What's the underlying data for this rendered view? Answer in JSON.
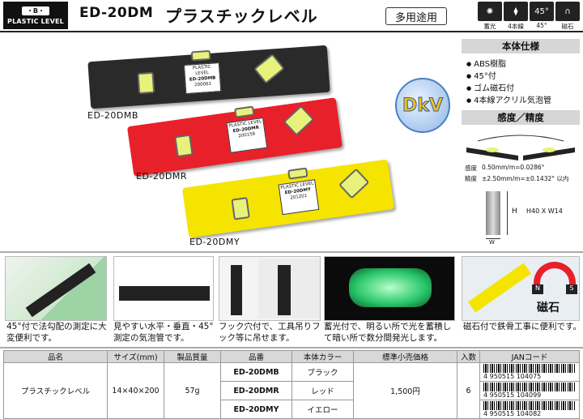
{
  "header": {
    "maker_badge": "・B・",
    "category": "PLASTIC LEVEL",
    "model": "ED-20DM",
    "title": "プラスチックレベル",
    "purpose": "多用途用",
    "features": [
      {
        "label": "蓄光",
        "icon": "glow-icon"
      },
      {
        "label": "4本線",
        "icon": "four-line-vial-icon"
      },
      {
        "label": "45°",
        "icon": "angle-45-icon"
      },
      {
        "label": "磁石",
        "icon": "magnet-icon"
      }
    ],
    "feature_45_text": "45°"
  },
  "products": [
    {
      "label": "ED-20DMB",
      "color": "#2a2a2a",
      "plate_lines": [
        "PLASTIC LEVEL",
        "ED-20DMB"
      ],
      "serial": "200061"
    },
    {
      "label": "ED-20DMR",
      "color": "#e8202a",
      "plate_lines": [
        "PLASTIC LEVEL",
        "ED-20DMR"
      ],
      "serial": "200158"
    },
    {
      "label": "ED-20DMY",
      "color": "#f5e400",
      "plate_lines": [
        "PLASTIC LEVEL",
        "ED-20DMY"
      ],
      "serial": "201201"
    }
  ],
  "watermark": "DkV",
  "spec": {
    "title": "本体仕様",
    "items": [
      "ABS樹脂",
      "45°付",
      "ゴム磁石付",
      "4本線アクリル気泡管"
    ]
  },
  "sensitivity": {
    "title": "感度／精度",
    "rows": [
      {
        "label": "感度",
        "value": "0.50mm/m=0.0286°"
      },
      {
        "label": "精度",
        "value": "±2.50mm/m=±0.1432° 以内"
      }
    ]
  },
  "dimension": {
    "h": "H",
    "dims": "H40 X W14",
    "w": "W"
  },
  "photos": [
    {
      "caption": "45°付で法勾配の測定に大変便利です。"
    },
    {
      "caption": "見やすい水平・垂直・45°測定の気泡管です。"
    },
    {
      "caption": "フック穴付で、工具吊りフック等に吊せます。"
    },
    {
      "caption": "蓄光付で、明るい所で光を蓄積して暗い所で数分間発光します。"
    },
    {
      "caption": "磁石付で鉄骨工事に便利です。",
      "badge": "磁石",
      "magnet_n": "N",
      "magnet_s": "S"
    }
  ],
  "table": {
    "headers": [
      "品名",
      "サイズ(mm)",
      "製品質量",
      "品番",
      "本体カラー",
      "標準小売価格",
      "入数",
      "JANコード"
    ],
    "name": "プラスチックレベル",
    "size": "14×40×200",
    "weight": "57g",
    "price": "1,500円",
    "qty": "6",
    "rows": [
      {
        "code": "ED-20DMB",
        "color": "ブラック",
        "jan": "4 950515 104075"
      },
      {
        "code": "ED-20DMR",
        "color": "レッド",
        "jan": "4 950515 104099"
      },
      {
        "code": "ED-20DMY",
        "color": "イエロー",
        "jan": "4 950515 104082"
      }
    ]
  }
}
